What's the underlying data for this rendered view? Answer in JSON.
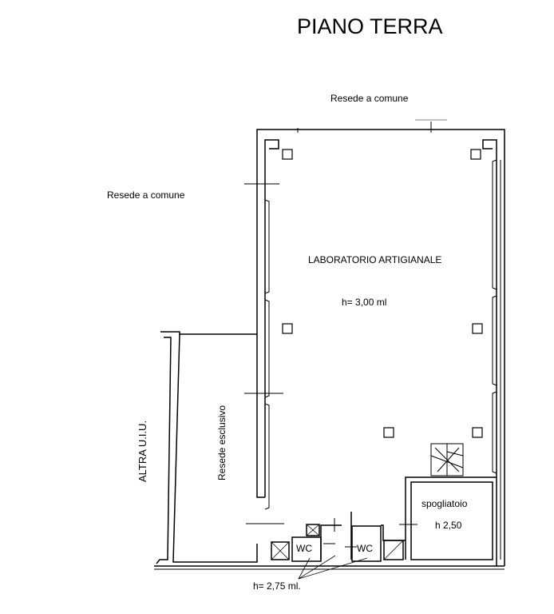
{
  "title": "PIANO TERRA",
  "labels": {
    "resede_top": "Resede a comune",
    "resede_left": "Resede a comune",
    "laboratorio": "LABORATORIO ARTIGIANALE",
    "laboratorio_height": "h= 3,00 ml",
    "resede_esclusivo": "Resede esclusivo",
    "altra_uiu": "ALTRA U.I.U.",
    "spogliatoio": "spogliatoio",
    "spogliatoio_height": "h 2,50",
    "wc_left": "WC",
    "wc_right": "WC",
    "wc_height": "h= 2,75 ml."
  },
  "colors": {
    "line": "#000000",
    "background": "#ffffff"
  }
}
